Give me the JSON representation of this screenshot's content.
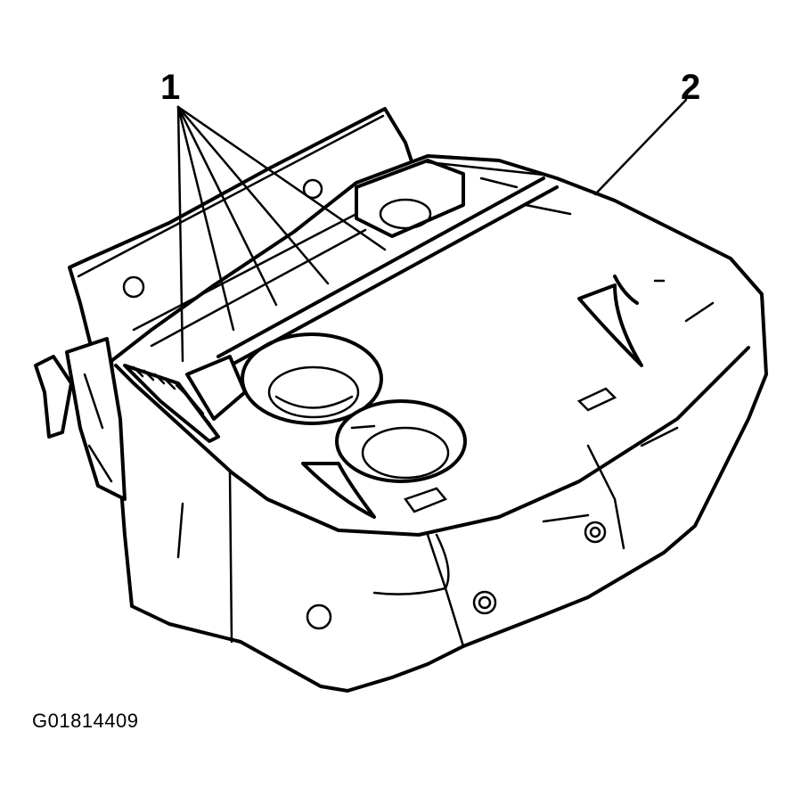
{
  "callouts": {
    "one": "1",
    "two": "2"
  },
  "figure_id": "G01814409",
  "colors": {
    "ink": "#000000",
    "paper": "#ffffff"
  }
}
